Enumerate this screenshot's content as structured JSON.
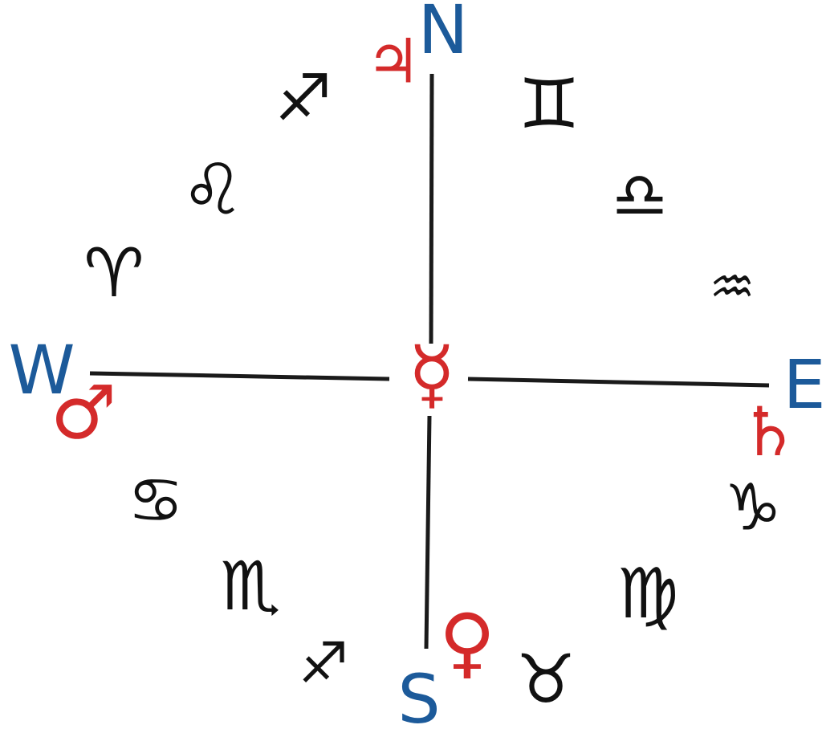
{
  "colors": {
    "direction": "#1c5a9a",
    "planet": "#d42a2a",
    "axis": "#1a1a1a",
    "sign": "#111111"
  },
  "directions": {
    "north": "N",
    "south": "S",
    "east": "E",
    "west": "W"
  },
  "planets": {
    "center": "☿",
    "north": "♃",
    "east": "♄",
    "west": "♂",
    "south": "♀"
  },
  "signs": {
    "upper_left_1": "♐",
    "upper_left_2": "♌",
    "upper_left_3": "♈",
    "upper_right_1": "♊",
    "upper_right_2": "♎",
    "upper_right_3": "♒",
    "lower_left_1": "♋",
    "lower_left_2": "♏",
    "lower_left_3": "♐",
    "lower_right_1": "♑",
    "lower_right_2": "♍",
    "lower_right_3": "♉"
  },
  "icons": {
    "center": "mercury-icon",
    "north": "jupiter-icon",
    "east": "saturn-icon",
    "west": "mars-icon",
    "south": "venus-icon"
  }
}
